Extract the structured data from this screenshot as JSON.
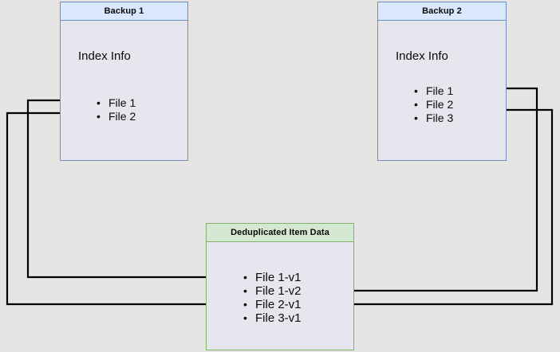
{
  "diagram": {
    "type": "flow-diagram",
    "background_color": "#e7e4e4",
    "nodes": [
      {
        "id": "backup1",
        "title": "Backup 1",
        "section_label": "Index Info",
        "items": [
          "File 1",
          "File 2"
        ],
        "border_color": "#6c8ebf",
        "header_color": "#d9e8fc"
      },
      {
        "id": "backup2",
        "title": "Backup 2",
        "section_label": "Index Info",
        "items": [
          "File 1",
          "File 2",
          "File 3"
        ],
        "border_color": "#6c8ebf",
        "header_color": "#d9e8fc"
      },
      {
        "id": "dedup",
        "title": "Deduplicated Item Data",
        "items": [
          "File 1-v1",
          "File 1-v2",
          "File 2-v1",
          "File 3-v1"
        ],
        "border_color": "#82b366",
        "header_color": "#d5e8d4"
      }
    ],
    "edges": [
      {
        "id": "edge-b1-file1",
        "from": "backup1.File 1",
        "to": "dedup.File 1-v1",
        "color": "#000000"
      },
      {
        "id": "edge-b1-file2",
        "from": "backup1.File 2",
        "to": "dedup.File 2-v1",
        "color": "#000000"
      },
      {
        "id": "edge-b2-file1",
        "from": "backup2.File 1",
        "to": "dedup.File 1-v2",
        "color": "#000000"
      },
      {
        "id": "edge-b2-file2",
        "from": "backup2.File 2",
        "to": "dedup.File 2-v1",
        "color": "#000000"
      }
    ]
  },
  "backup1": {
    "title": "Backup 1",
    "section_label": "Index Info",
    "items": [
      {
        "label": "File 1"
      },
      {
        "label": "File 2"
      }
    ]
  },
  "backup2": {
    "title": "Backup 2",
    "section_label": "Index Info",
    "items": [
      {
        "label": "File 1"
      },
      {
        "label": "File 2"
      },
      {
        "label": "File 3"
      }
    ]
  },
  "dedup": {
    "title": "Deduplicated Item Data",
    "items": [
      {
        "label": "File 1-v1"
      },
      {
        "label": "File 1-v2"
      },
      {
        "label": "File 2-v1"
      },
      {
        "label": "File 3-v1"
      }
    ]
  }
}
